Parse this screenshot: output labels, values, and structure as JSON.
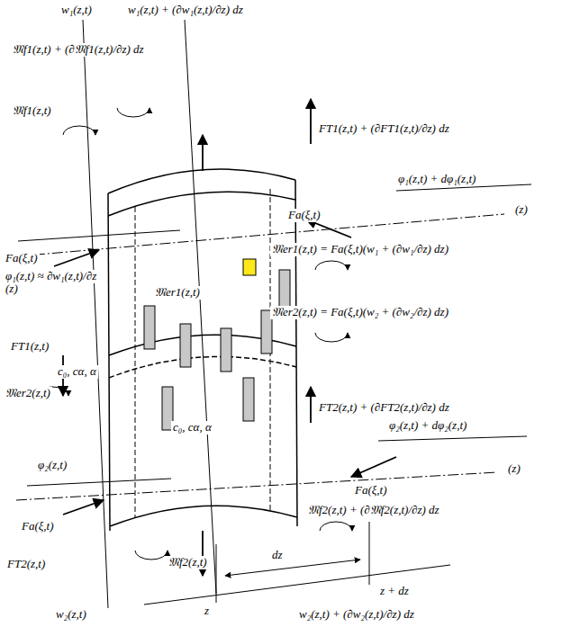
{
  "diagram": {
    "labels": [
      "w₁(z,t)",
      "w₁(z,t) + (∂w₁(z,t)/∂z) dz",
      "𝔐f1(z,t) + (∂𝔐f1(z,t)/∂z) dz",
      "𝔐f1(z,t)",
      "FT1(z,t) + (∂FT1(z,t)/∂z) dz",
      "φ₁(z,t) + dφ₁(z,t)",
      "(z)",
      "Fa(ξ,t)",
      "φ₁(z,t) ≈ ∂w₁(z,t)/∂z",
      "𝔐er1(z,t) = Fa(ξ,t)(w₁ + (∂w₁/∂z) dz)",
      "(z)",
      "Fa(ξ,t)",
      "𝔐er1(z,t)",
      "𝔐er2(z,t) = Fa(ξ,t)(w₂ + (∂w₂/∂z) dz)",
      "FT1(z,t)",
      "c₀, cα, α",
      "FT2(z,t) + (∂FT2(z,t)/∂z) dz",
      "𝔐er2(z,t)",
      "c₀, cα, α",
      "φ₂(z,t) + dφ₂(z,t)",
      "(z)",
      "Fa(ξ,t)",
      "φ₂(z,t)",
      "Fa(ξ,t)",
      "𝔐f2(z,t) + (∂𝔐f2(z,t)/∂z) dz",
      "𝔐f2(z,t)",
      "FT2(z,t)",
      "dz",
      "z",
      "z + dz",
      "w₂(z,t) + (∂w₂(z,t)/∂z) dz",
      "w₂(z,t)"
    ]
  }
}
